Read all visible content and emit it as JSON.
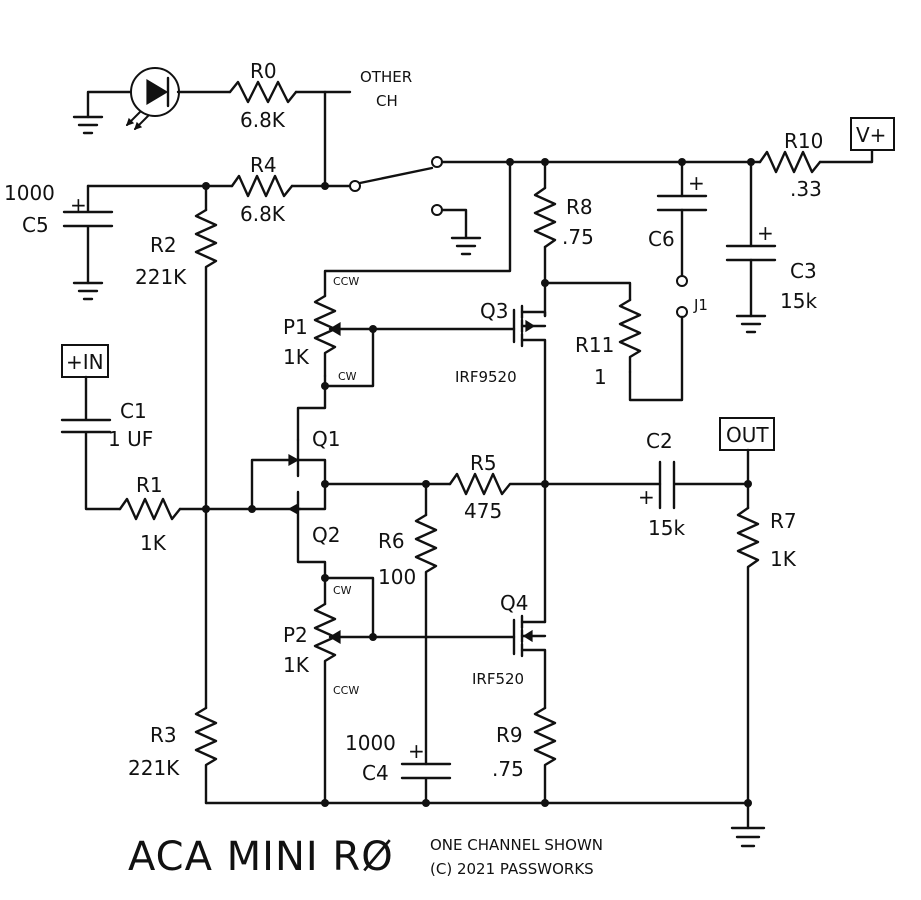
{
  "title": "ACA MINI RØ",
  "notes": [
    "ONE CHANNEL SHOWN",
    "(C) 2021 PASSWORKS"
  ],
  "terminals": {
    "vplus": "V+",
    "input": "+IN",
    "output": "OUT",
    "other_channel": [
      "OTHER",
      "CH"
    ],
    "jumper": "J1"
  },
  "resistors": {
    "r0": {
      "ref": "R0",
      "value": "6.8K"
    },
    "r1": {
      "ref": "R1",
      "value": "1K"
    },
    "r2": {
      "ref": "R2",
      "value": "221K"
    },
    "r3": {
      "ref": "R3",
      "value": "221K"
    },
    "r4": {
      "ref": "R4",
      "value": "6.8K"
    },
    "r5": {
      "ref": "R5",
      "value": "475"
    },
    "r6": {
      "ref": "R6",
      "value": "100"
    },
    "r7": {
      "ref": "R7",
      "value": "1K"
    },
    "r8": {
      "ref": "R8",
      "value": ".75"
    },
    "r9": {
      "ref": "R9",
      "value": ".75"
    },
    "r10": {
      "ref": "R10",
      "value": ".33"
    },
    "r11": {
      "ref": "R11",
      "value": "1"
    }
  },
  "capacitors": {
    "c1": {
      "ref": "C1",
      "value": "1 UF"
    },
    "c2": {
      "ref": "C2",
      "value": "15k"
    },
    "c3": {
      "ref": "C3",
      "value": "15k"
    },
    "c4": {
      "ref": "C4",
      "value": "1000"
    },
    "c5": {
      "ref": "C5",
      "value": "1000"
    },
    "c6": {
      "ref": "C6"
    }
  },
  "pots": {
    "p1": {
      "ref": "P1",
      "value": "1K",
      "top": "CCW",
      "bottom": "CW"
    },
    "p2": {
      "ref": "P2",
      "value": "1K",
      "top": "CW",
      "bottom": "CCW"
    }
  },
  "transistors": {
    "q1": {
      "ref": "Q1"
    },
    "q2": {
      "ref": "Q2"
    },
    "q3": {
      "ref": "Q3",
      "part": "IRF9520"
    },
    "q4": {
      "ref": "Q4",
      "part": "IRF520"
    }
  },
  "polarity_mark": "+"
}
